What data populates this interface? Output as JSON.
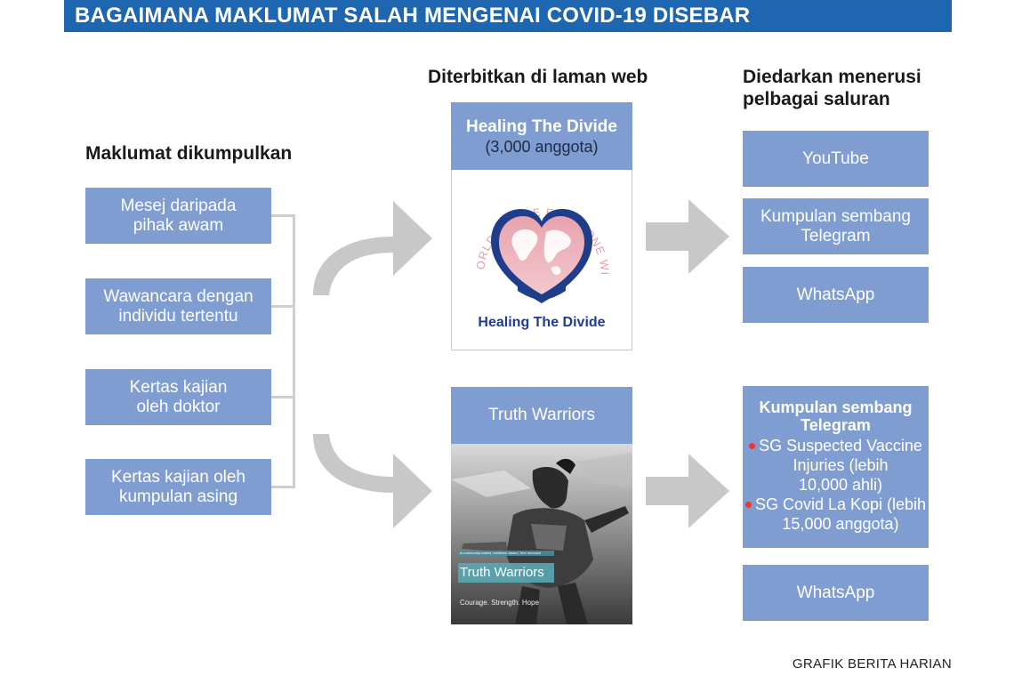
{
  "title": "BAGAIMANA MAKLUMAT SALAH MENGENAI COVID-19 DISEBAR",
  "columns": {
    "collected": "Maklumat dikumpulkan",
    "published": "Diterbitkan di laman web",
    "distributed_line1": "Diedarkan menerusi",
    "distributed_line2": "pelbagai saluran"
  },
  "sources": [
    {
      "line1": "Mesej daripada",
      "line2": "pihak awam"
    },
    {
      "line1": "Wawancara dengan",
      "line2": "individu tertentu"
    },
    {
      "line1": "Kertas kajian",
      "line2": "oleh doktor"
    },
    {
      "line1": "Kertas kajian oleh",
      "line2": "kumpulan asing"
    }
  ],
  "sites": {
    "healing": {
      "name": "Healing The Divide",
      "members": "(3,000 anggota)",
      "logo_arc_text": "A WORLD WHERE EVERYONE WINS",
      "logo_caption": "Healing The Divide"
    },
    "truth": {
      "name": "Truth Warriors",
      "poster_top_text": "A community-based, evidence-based, free resource",
      "poster_title": "Truth Warriors",
      "poster_tagline": "Courage. Strength. Hope"
    }
  },
  "channels_top": [
    "YouTube",
    "Kumpulan sembang|Telegram",
    "WhatsApp"
  ],
  "channels_bottom": {
    "telegram_title_line1": "Kumpulan sembang",
    "telegram_title_line2": "Telegram",
    "group1_line1": "SG Suspected Vaccine",
    "group1_line2": "Injuries (lebih",
    "group1_line3": "10,000 ahli)",
    "group2_line1": "SG Covid La Kopi (lebih",
    "group2_line2": "15,000 anggota)",
    "whatsapp": "WhatsApp"
  },
  "credit": "GRAFIK BERITA HARIAN",
  "colors": {
    "title_bar": "#1f66b0",
    "box": "#7f9dd0",
    "arrow": "#c8c8c8",
    "bullet": "#e53935",
    "logo_navy": "#1f3d8a",
    "logo_pink": "#e59aa6"
  }
}
